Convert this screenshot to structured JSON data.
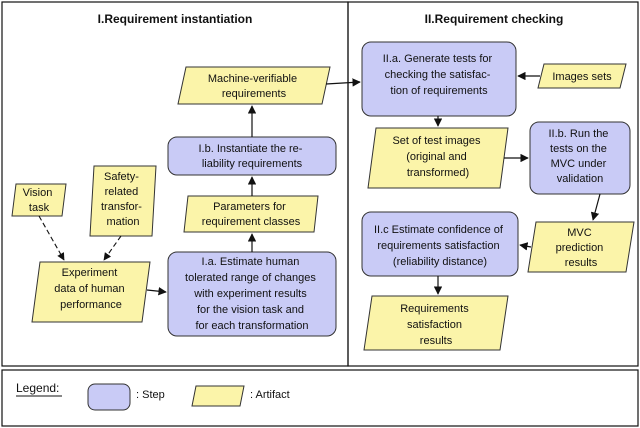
{
  "sections": {
    "left_title": "I.Requirement instantiation",
    "right_title": "II.Requirement checking"
  },
  "nodes": {
    "vision_task": [
      "Vision",
      "task"
    ],
    "safety_related": [
      "Safety-",
      "related",
      "transfor-",
      "mation"
    ],
    "experiment_data": [
      "Experiment",
      "data of human",
      "performance"
    ],
    "estimate_human": [
      "I.a. Estimate human",
      "tolerated range of changes",
      "with experiment results",
      "for the vision task and",
      "for each transformation"
    ],
    "parameters": [
      "Parameters for",
      "requirement classes"
    ],
    "instantiate": [
      "I.b. Instantiate the re-",
      "liability requirements"
    ],
    "machine_verifiable": [
      "Machine-verifiable",
      "requirements"
    ],
    "generate_tests": [
      "II.a. Generate tests for",
      "checking the satisfac-",
      "tion of requirements"
    ],
    "images_sets": [
      "Images sets"
    ],
    "set_test_images": [
      "Set of test images",
      "(original and",
      "transformed)"
    ],
    "run_tests": [
      "II.b. Run the",
      "tests on the",
      "MVC under",
      "validation"
    ],
    "mvc_results": [
      "MVC",
      "prediction",
      "results"
    ],
    "estimate_confidence": [
      "II.c Estimate confidence of",
      "requirements satisfaction",
      "(reliability distance)"
    ],
    "req_satisfaction": [
      "Requirements",
      "satisfaction",
      "results"
    ]
  },
  "legend": {
    "title": "Legend:",
    "step_label": ": Step",
    "artifact_label": ": Artifact"
  },
  "colors": {
    "step_fill": "#c9cbf6",
    "artifact_fill": "#fbf4a9"
  }
}
